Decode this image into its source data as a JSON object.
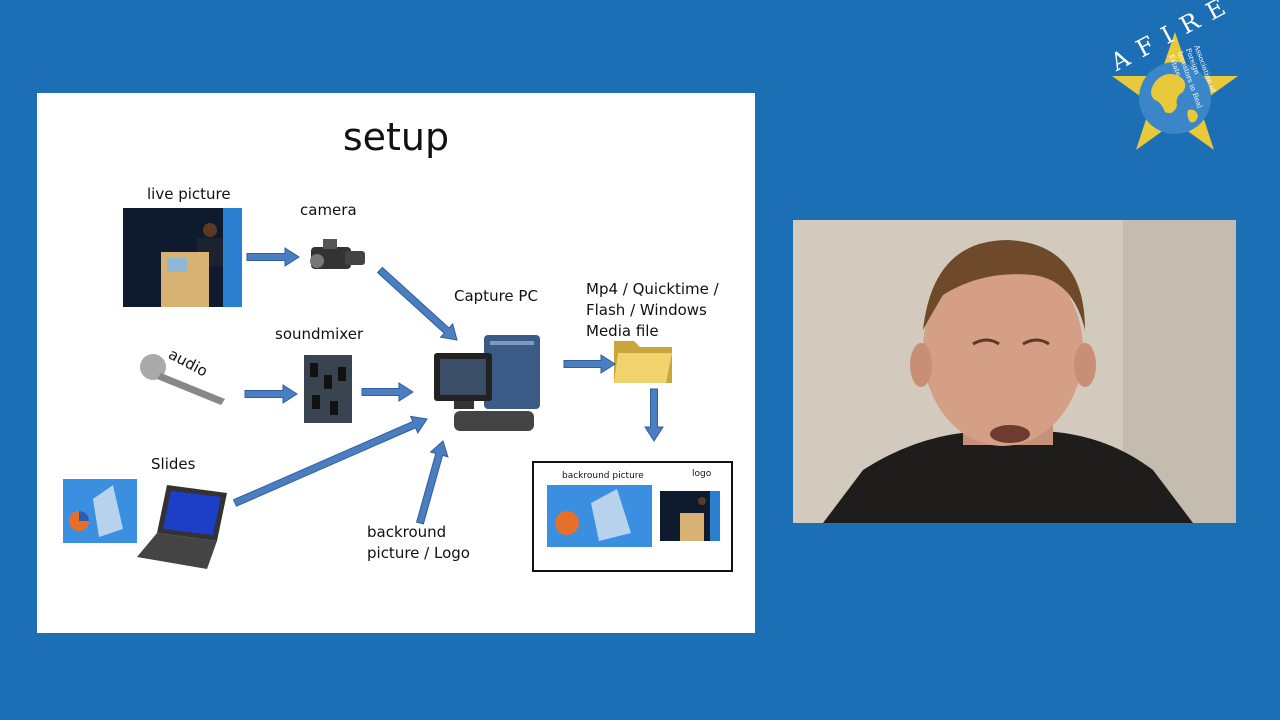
{
  "logo": {
    "text": "A F I R E",
    "ring_text": "Association of Foreign Investors in Real Estate"
  },
  "slide": {
    "title": "setup",
    "labels": {
      "live_picture": "live picture",
      "camera": "camera",
      "capture_pc": "Capture PC",
      "output_formats": "Mp4 / Quicktime /\nFlash / Windows\nMedia  file",
      "audio": "audio",
      "soundmixer": "soundmixer",
      "slides": "Slides",
      "background_logo": "backround\npicture / Logo"
    },
    "output_box": {
      "background_label": "backround picture",
      "logo_label": "logo"
    }
  },
  "colors": {
    "background": "#1d6fb5",
    "arrow": "#4a7ec0",
    "arrow_stroke": "#2f5f9e"
  }
}
